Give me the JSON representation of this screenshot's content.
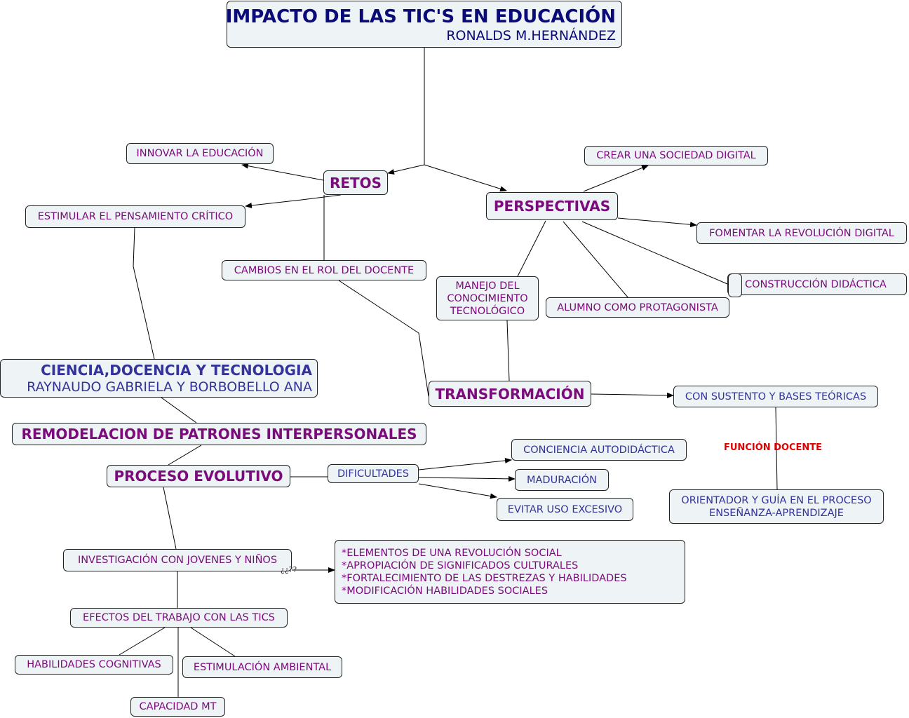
{
  "title": "IMPACTO DE LAS TIC'S EN EDUCACIÓN",
  "author": "RONALDS M.HERNÁNDEZ",
  "nodes": {
    "retos": "RETOS",
    "innovar": "INNOVAR LA EDUCACIÓN",
    "estimular": "ESTIMULAR EL PENSAMIENTO CRÍTICO",
    "cambios": "CAMBIOS EN EL ROL DEL DOCENTE",
    "perspectivas": "PERSPECTIVAS",
    "crear": "CREAR UNA SOCIEDAD DIGITAL",
    "fomentar": "FOMENTAR LA REVOLUCIÓN DIGITAL",
    "construccion": "CONSTRUCCIÓN DIDÁCTICA",
    "manejo": [
      "MANEJO DEL",
      "CONOCIMIENTO",
      "TECNOLÓGICO"
    ],
    "alumno": "ALUMNO COMO PROTAGONISTA",
    "transformacion": "TRANSFORMACIÓN",
    "sustento": "CON SUSTENTO Y BASES TEÓRICAS",
    "funcion": "FUNCIÓN DOCENTE",
    "orientador": [
      "ORIENTADOR Y GUÍA EN EL PROCESO",
      "ENSEÑANZA-APRENDIZAJE"
    ],
    "ciencia_title": "CIENCIA,DOCENCIA Y TECNOLOGIA",
    "ciencia_authors": "RAYNAUDO GABRIELA Y BORBOBELLO ANA",
    "remodelacion": "REMODELACION DE PATRONES INTERPERSONALES",
    "proceso": "PROCESO EVOLUTIVO",
    "dificultades": "DIFICULTADES",
    "conciencia": "CONCIENCIA AUTODIDÁCTICA",
    "maduracion": "MADURACIÓN",
    "evitar": "EVITAR USO EXCESIVO",
    "investigacion": "INVESTIGACIÓN CON JOVENES Y NIÑOS",
    "link_label": "¿¿??",
    "list": [
      "*ELEMENTOS DE UNA REVOLUCIÓN SOCIAL",
      "*APROPIACIÓN DE SIGNIFICADOS CULTURALES",
      "*FORTALECIMIENTO DE LAS DESTREZAS Y HABILIDADES",
      "*MODIFICACIÓN HABILIDADES SOCIALES"
    ],
    "efectos": "EFECTOS DEL TRABAJO CON LAS TICS",
    "habilidades": "HABILIDADES COGNITIVAS",
    "estimulacion": "ESTIMULACIÓN AMBIENTAL",
    "capacidad": "CAPACIDAD MT"
  },
  "colors": {
    "title": "#0a0a78",
    "purple": "#7b0a7b",
    "blue": "#333399",
    "red": "#e00000",
    "node_bg": "#eef4f6"
  }
}
